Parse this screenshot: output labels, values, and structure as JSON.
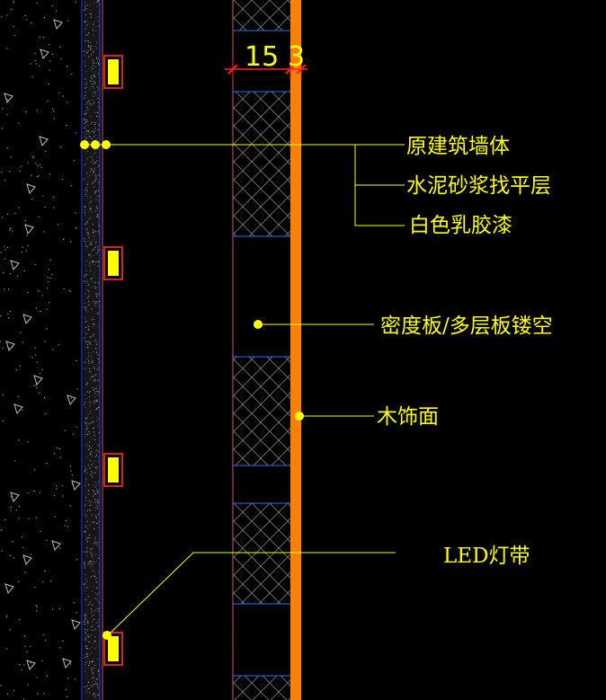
{
  "colors": {
    "background": "#000000",
    "leader": "#ffff00",
    "text": "#ffff00",
    "dimension_red": "#ff2020",
    "wood_face": "#ff8000",
    "mdf_hatch": "#6a6a6a",
    "panel_edge": "#2a6cff",
    "wall_edge": "#3a3aff",
    "led_fill": "#ffff00",
    "led_frame": "#d82020"
  },
  "dimensions": {
    "mdf_thickness": "15",
    "wood_thickness": "3"
  },
  "labels": {
    "wall": "原建筑墙体",
    "mortar": "水泥砂浆找平层",
    "paint": "白色乳胶漆",
    "mdf": "密度板/多层板镂空",
    "wood": "木饰面",
    "led": "LED灯带"
  }
}
